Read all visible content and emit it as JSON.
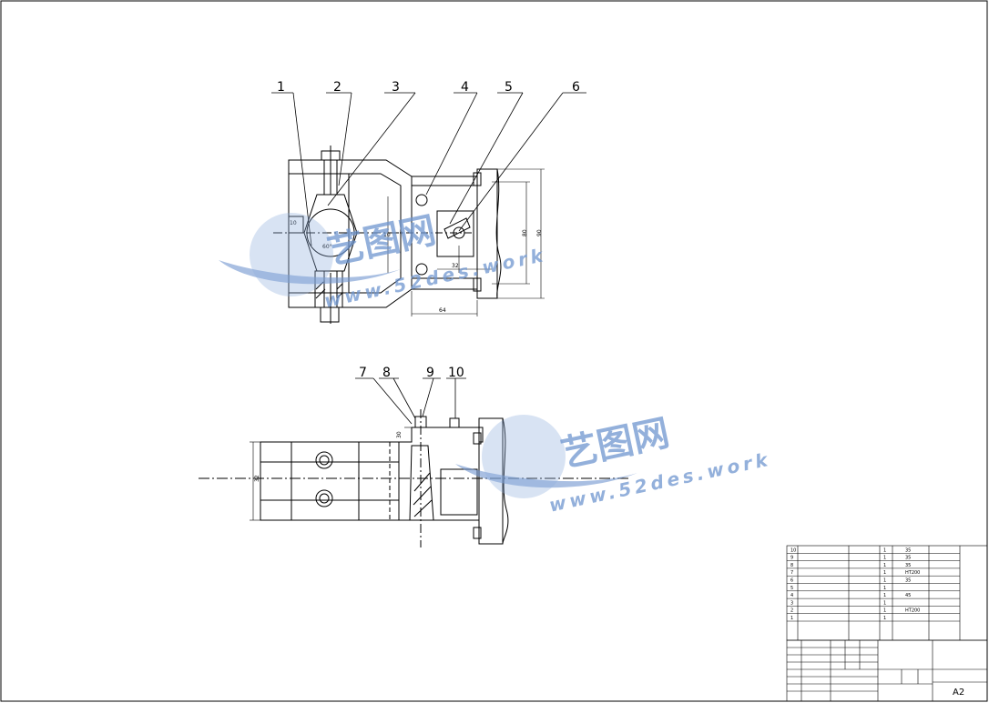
{
  "balloons": [
    "1",
    "2",
    "3",
    "4",
    "5",
    "6",
    "7",
    "8",
    "9",
    "10"
  ],
  "dimensions": {
    "d_10": "10",
    "d_60deg": "60°",
    "d_left": "10",
    "d_32": "32",
    "d_64": "64",
    "d_80": "80",
    "d_90": "90",
    "d_30": "30",
    "d_32b": "32"
  },
  "watermark": {
    "brand": "艺图网",
    "url": "www.52des.work"
  },
  "parts_list": {
    "rows": [
      {
        "no": "10",
        "name": "",
        "code": "",
        "qty": "1",
        "material": "35"
      },
      {
        "no": "9",
        "name": "",
        "code": "",
        "qty": "1",
        "material": "35"
      },
      {
        "no": "8",
        "name": "",
        "code": "",
        "qty": "1",
        "material": "35"
      },
      {
        "no": "7",
        "name": "",
        "code": "",
        "qty": "1",
        "material": "HT200"
      },
      {
        "no": "6",
        "name": "",
        "code": "",
        "qty": "1",
        "material": "35"
      },
      {
        "no": "5",
        "name": "",
        "code": "",
        "qty": "1",
        "material": ""
      },
      {
        "no": "4",
        "name": "",
        "code": "",
        "qty": "1",
        "material": "45"
      },
      {
        "no": "3",
        "name": "",
        "code": "",
        "qty": "1",
        "material": ""
      },
      {
        "no": "2",
        "name": "",
        "code": "",
        "qty": "1",
        "material": "HT200"
      },
      {
        "no": "1",
        "name": "",
        "code": "",
        "qty": "1",
        "material": ""
      }
    ]
  },
  "title_block": {
    "sheet_size": "A2"
  }
}
